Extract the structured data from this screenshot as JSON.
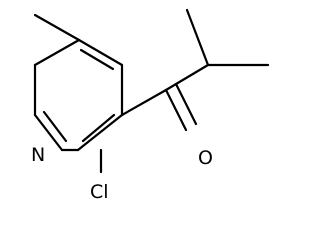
{
  "molecule": {
    "atoms": {
      "nitrogen": "N",
      "chlorine": "Cl",
      "oxygen": "O"
    },
    "colors": {
      "bond": "#000000",
      "text": "#000000",
      "background": "#ffffff"
    }
  }
}
